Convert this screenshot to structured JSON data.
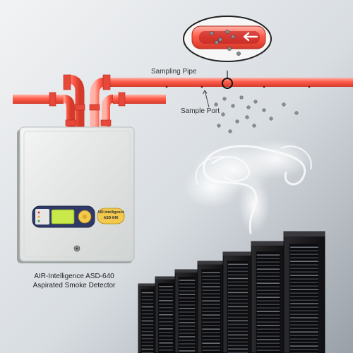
{
  "labels": {
    "sampling_pipe": "Sampling Pipe",
    "sample_port": "Sample Port"
  },
  "detector": {
    "caption_line1": "AIR-Intelligence ASD-640",
    "caption_line2": "Aspirated Smoke Detector",
    "badge_brand": "AIR-Intelligence",
    "badge_model": "ASD-640"
  },
  "colors": {
    "pipe": "#ff5c4a",
    "pipe_highlight": "#ffb3a8",
    "pipe_shadow": "#d43a2a",
    "panel": "#e9ebea",
    "badge": "#f2c94c",
    "display": "#c9e84a",
    "server": "#1c1c1e"
  }
}
